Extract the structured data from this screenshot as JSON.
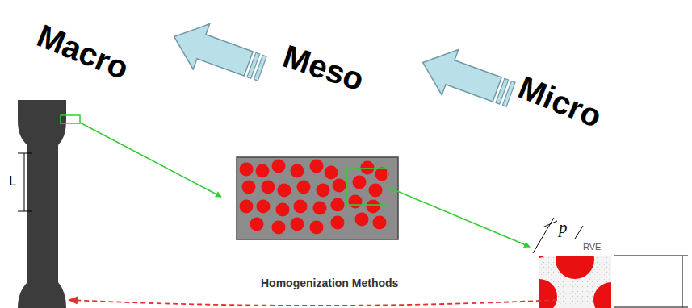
{
  "diagram": {
    "labels": [
      "Macro",
      "Meso",
      "Micro",
      "L",
      "p",
      "RVE",
      "Homogenization Methods"
    ]
  }
}
